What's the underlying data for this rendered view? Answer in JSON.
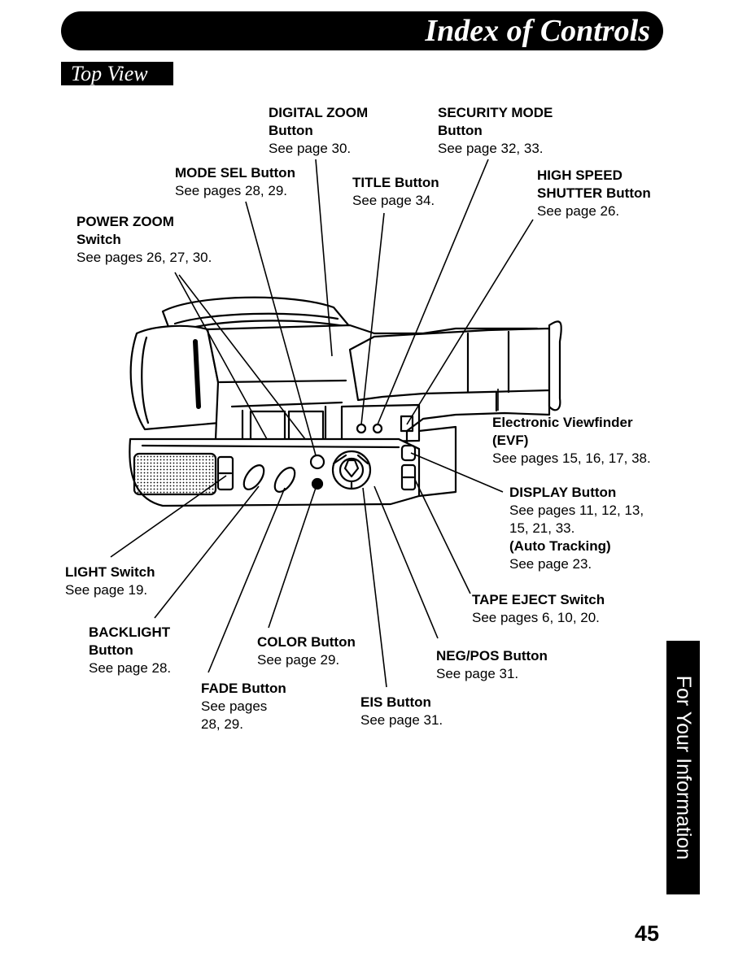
{
  "header": {
    "title": "Index of Controls"
  },
  "subheader": {
    "title": "Top View"
  },
  "labels": {
    "digital_zoom": {
      "title_line1": "DIGITAL ZOOM",
      "title_line2": "Button",
      "pages": "See page 30."
    },
    "security_mode": {
      "title_line1": "SECURITY MODE",
      "title_line2": "Button",
      "pages": "See page 32, 33."
    },
    "mode_sel": {
      "title_line1": "MODE SEL Button",
      "pages": "See pages 28, 29."
    },
    "title_button": {
      "title_line1": "TITLE Button",
      "pages": "See page 34."
    },
    "high_speed_shutter": {
      "title_line1": "HIGH SPEED",
      "title_line2": "SHUTTER Button",
      "pages": "See page 26."
    },
    "power_zoom": {
      "title_line1": "POWER ZOOM",
      "title_line2": "Switch",
      "pages": "See pages 26, 27, 30."
    },
    "evf": {
      "title_line1": "Electronic Viewfinder",
      "title_line2": "(EVF)",
      "pages": "See pages 15, 16, 17, 38."
    },
    "display": {
      "title_line1": "DISPLAY Button",
      "pages_line1": "See pages 11, 12, 13,",
      "pages_line2": "15, 21, 33.",
      "extra_title": "(Auto Tracking)",
      "extra_pages": "See page 23."
    },
    "light": {
      "title_line1": "LIGHT Switch",
      "pages": "See page 19."
    },
    "tape_eject": {
      "title_line1": "TAPE EJECT Switch",
      "pages": "See pages 6, 10, 20."
    },
    "backlight": {
      "title_line1": "BACKLIGHT",
      "title_line2": "Button",
      "pages": "See page 28."
    },
    "color": {
      "title_line1": "COLOR Button",
      "pages": "See page 29."
    },
    "neg_pos": {
      "title_line1": "NEG/POS Button",
      "pages": "See page 31."
    },
    "fade": {
      "title_line1": "FADE Button",
      "pages_line1": "See pages",
      "pages_line2": "28, 29."
    },
    "eis": {
      "title_line1": "EIS Button",
      "pages": "See page 31."
    }
  },
  "side_tab": {
    "label": "For Your Information"
  },
  "page_number": "45"
}
